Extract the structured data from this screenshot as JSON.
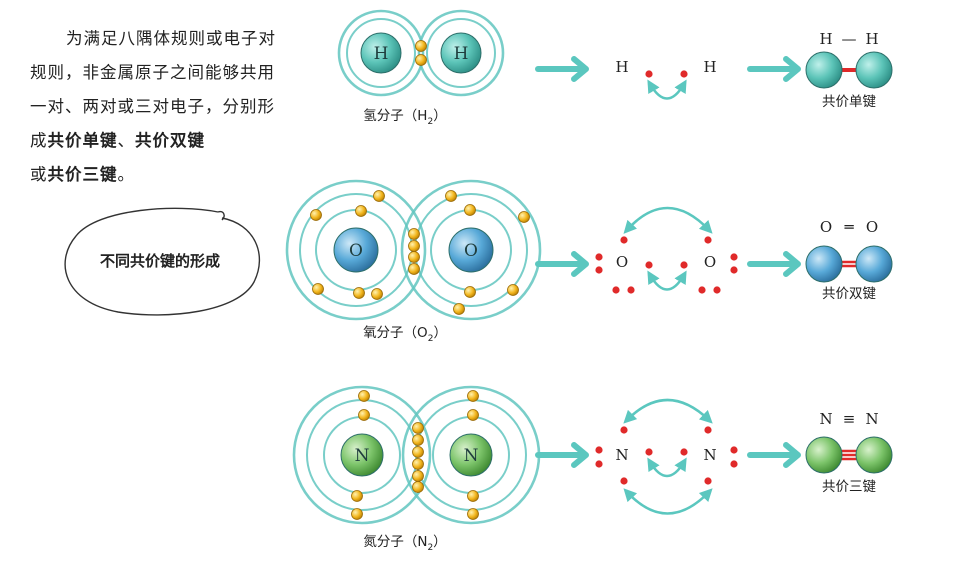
{
  "intro": {
    "part1": "为满足八隅体规则或电子对规则，非金属原子之间能够共用一对、两对或三对电子，分别形成",
    "term1": "共价单键",
    "sep1": "、",
    "term2": "共价双键",
    "part2": "或",
    "term3": "共价三键",
    "end": "。"
  },
  "bubble": {
    "text": "不同共价键的形成"
  },
  "rows": [
    {
      "element": "H",
      "caption_prefix": "氢分子（H",
      "caption_sub": "2",
      "caption_suffix": "）",
      "bond_left": "H",
      "bond_symbol": "—",
      "bond_right": "H",
      "bond_name": "共价单键",
      "colors": {
        "nucleus": "#5cc4b8",
        "ball": "#5cc4b8"
      }
    },
    {
      "element": "O",
      "caption_prefix": "氧分子（O",
      "caption_sub": "2",
      "caption_suffix": "）",
      "bond_left": "O",
      "bond_symbol": "═",
      "bond_right": "O",
      "bond_name": "共价双键",
      "colors": {
        "nucleus": "#58a9d8",
        "ball": "#58a9d8"
      }
    },
    {
      "element": "N",
      "caption_prefix": "氮分子（N",
      "caption_sub": "2",
      "caption_suffix": "）",
      "bond_left": "N",
      "bond_symbol": "≡",
      "bond_right": "N",
      "bond_name": "共价三键",
      "colors": {
        "nucleus": "#7cc46a",
        "ball": "#7cc46a"
      }
    }
  ],
  "colors": {
    "shell": "#62c5c0",
    "electron": "#f2b51c",
    "dot": "#e02a2a",
    "arrow": "#5bc7bf",
    "bond": "#e02a2a"
  }
}
